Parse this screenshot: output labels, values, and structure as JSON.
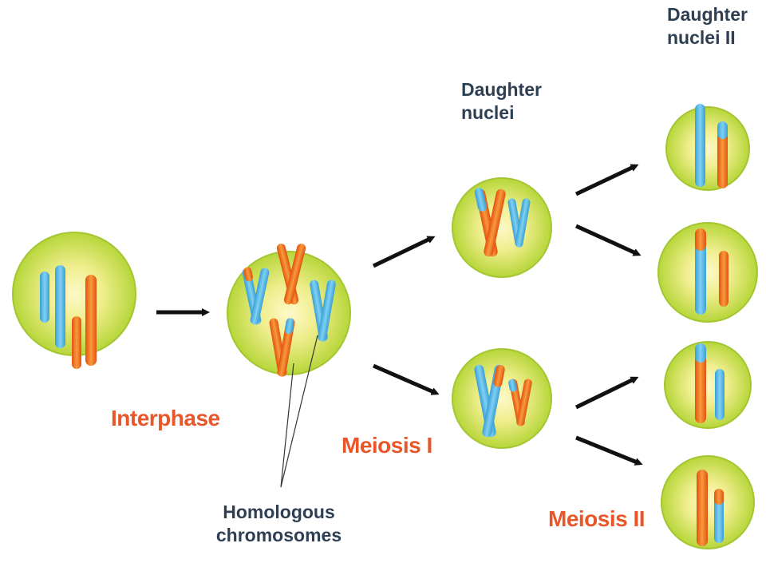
{
  "labels": {
    "interphase": "Interphase",
    "meiosis_1": "Meiosis I",
    "meiosis_2": "Meiosis II",
    "homologous_line1": "Homologous",
    "homologous_line2": "chromosomes",
    "daughter_nuclei_line1": "Daughter",
    "daughter_nuclei_line2": "nuclei",
    "daughter_nuclei_2_line1": "Daughter",
    "daughter_nuclei_2_line2": "nuclei II"
  },
  "colors": {
    "cell_fill_center": "#fbf6b8",
    "cell_fill_edge": "#b7d63a",
    "cell_stroke": "#9bbd2a",
    "chromosome_blue": "#5bb8e4",
    "chromosome_orange": "#f26a1b",
    "arrow": "#111111",
    "stage_label": "#e8562a",
    "note_label": "#2e3f54"
  }
}
